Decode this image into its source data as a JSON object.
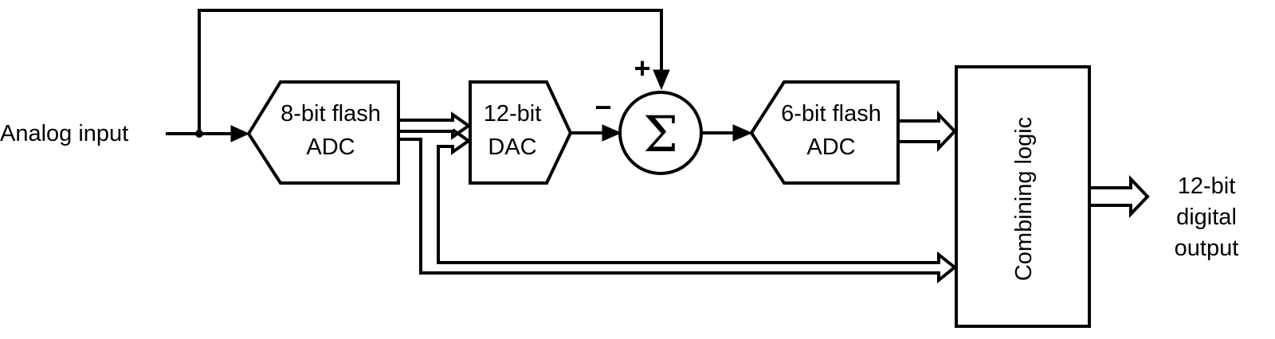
{
  "input_label": "Analog input",
  "blocks": {
    "adc8": {
      "line1": "8-bit flash",
      "line2": "ADC"
    },
    "dac12": {
      "line1": "12-bit",
      "line2": "DAC"
    },
    "summer": {
      "symbol": "Σ",
      "plus": "+",
      "minus": "−"
    },
    "adc6": {
      "line1": "6-bit flash",
      "line2": "ADC"
    },
    "combiner": {
      "label": "Combining logic"
    }
  },
  "output_label": {
    "line1": "12-bit",
    "line2": "digital",
    "line3": "output"
  }
}
